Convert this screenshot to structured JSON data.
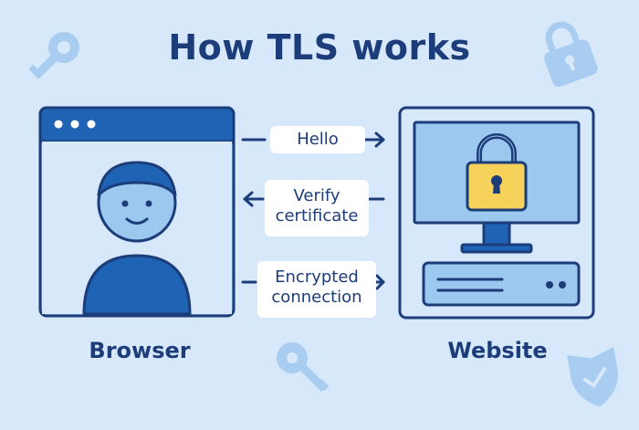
{
  "title": "How TLS works",
  "browser": {
    "label": "Browser"
  },
  "website": {
    "label": "Website"
  },
  "messages": [
    {
      "line1": "Hello",
      "line2": "",
      "direction": "to-website"
    },
    {
      "line1": "Verify",
      "line2": "certificate",
      "direction": "to-browser"
    },
    {
      "line1": "Encrypted",
      "line2": "connection",
      "direction": "to-website"
    }
  ],
  "colors": {
    "background": "#d6e8fa",
    "navy": "#1c3d7a",
    "accent_blue": "#1e63b4",
    "light_blue": "#9cc8f0",
    "panel_fill": "#b9d9f7",
    "lock_yellow": "#f7d25a",
    "decor_blue": "#a9cdf0"
  },
  "icons": {
    "decor": [
      "key-icon",
      "padlock-icon",
      "key-icon",
      "shield-check-icon"
    ],
    "center": "padlock-icon"
  }
}
